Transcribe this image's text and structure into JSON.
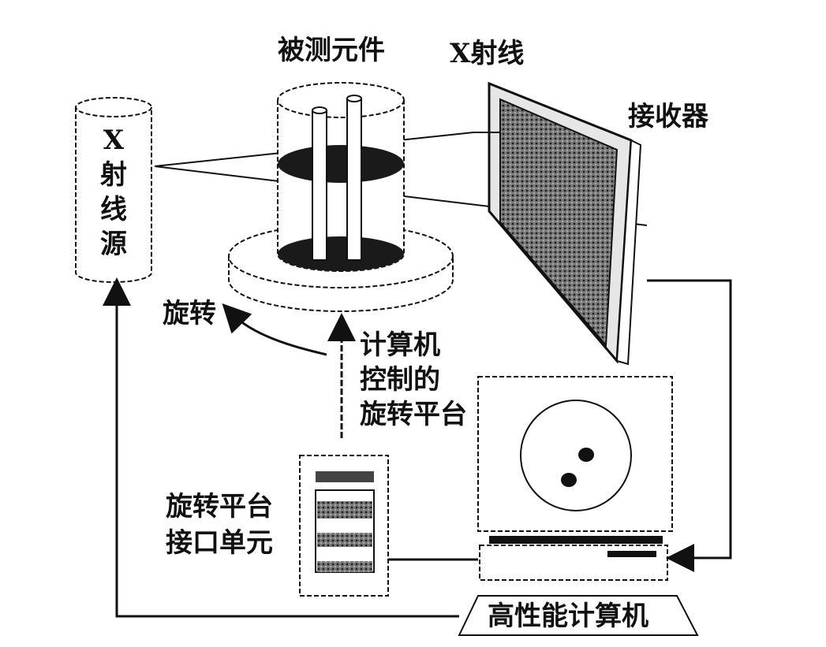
{
  "labels": {
    "test_part": "被测元件",
    "x_ray": "X射线",
    "receiver": "接收器",
    "source": [
      "X",
      "射",
      "线",
      "源"
    ],
    "rotate": "旋转",
    "platform": [
      "计算机",
      "控制的",
      "旋转平台"
    ],
    "interface": [
      "旋转平台",
      "接口单元"
    ],
    "computer": "高性能计算机"
  },
  "colors": {
    "ink": "#111111",
    "paper": "#ffffff",
    "dark_fill": "#1a1a1a",
    "screen_fill": "#555555"
  }
}
